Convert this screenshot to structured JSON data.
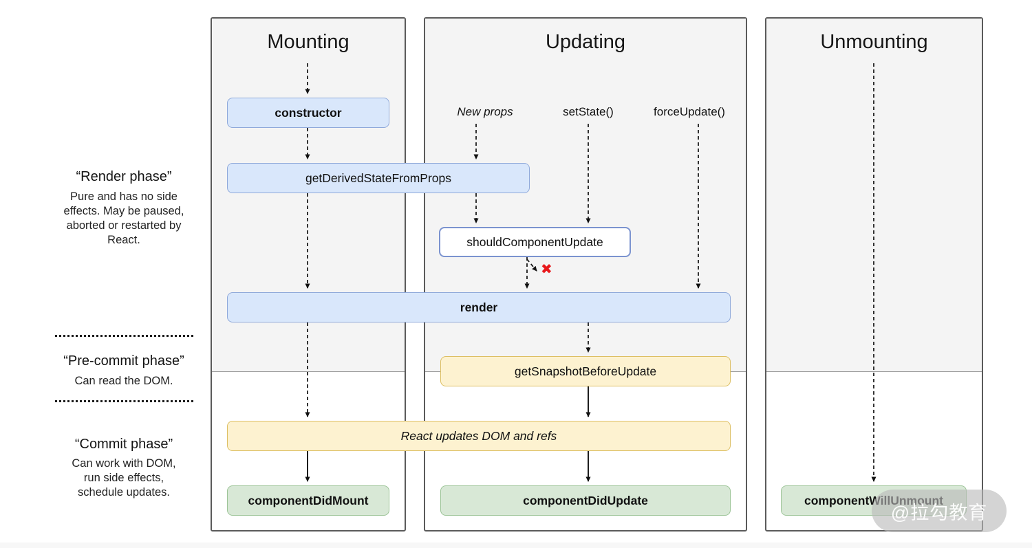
{
  "columns": {
    "mounting": "Mounting",
    "updating": "Updating",
    "unmounting": "Unmounting"
  },
  "phase_labels": {
    "render_phase": {
      "title": "“Render phase”",
      "description": "Pure and has no side effects. May be paused, aborted or restarted by React."
    },
    "pre_commit_phase": {
      "title": "“Pre-commit phase”",
      "description": "Can read the DOM."
    },
    "commit_phase": {
      "title": "“Commit phase”",
      "description": "Can work with DOM, run side effects, schedule updates."
    }
  },
  "update_triggers": {
    "new_props": "New props",
    "set_state": "setState()",
    "force_update": "forceUpdate()"
  },
  "nodes": {
    "constructor": "constructor",
    "get_derived_state_from_props": "getDerivedStateFromProps",
    "should_component_update": "shouldComponentUpdate",
    "render": "render",
    "get_snapshot_before_update": "getSnapshotBeforeUpdate",
    "react_updates_dom": "React updates DOM and refs",
    "component_did_mount": "componentDidMount",
    "component_did_update": "componentDidUpdate",
    "component_will_unmount": "componentWillUnmount"
  },
  "icons": {
    "cancel_x": "✖"
  },
  "watermark": "@拉勾教育",
  "colors": {
    "blue_fill": "#d9e7fb",
    "blue_border": "#8fa9da",
    "yellow_fill": "#fdf2d0",
    "yellow_border": "#ddbf63",
    "green_fill": "#d8e8d6",
    "green_border": "#9cc497",
    "should_update_border": "#7b93cf",
    "reject_x": "#e8191c",
    "column_gray": "#f4f4f4"
  }
}
